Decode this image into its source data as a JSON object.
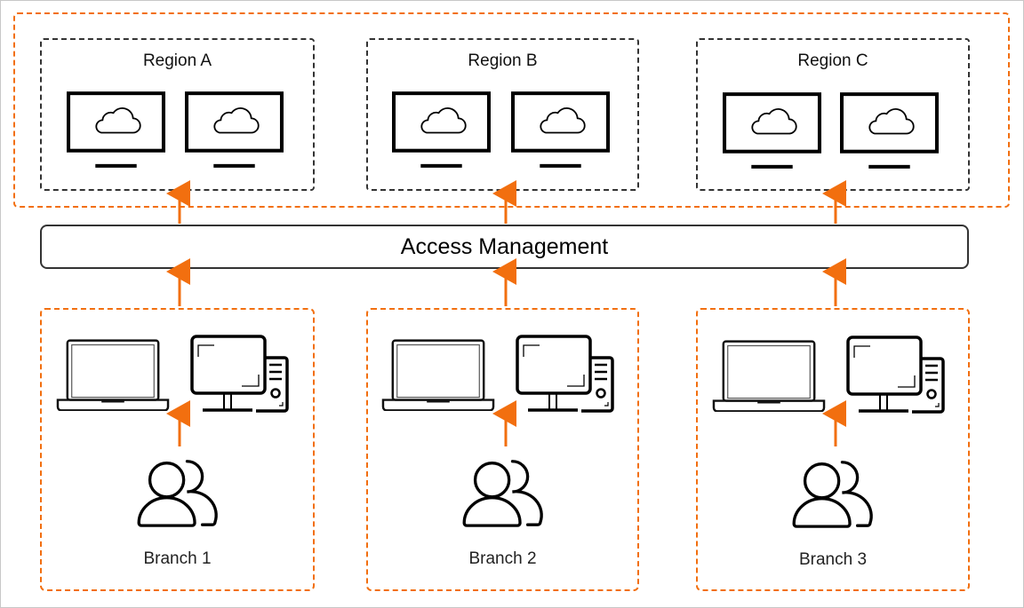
{
  "diagram": {
    "accent_color": "#f26f0f",
    "regions": [
      {
        "title": "Region A",
        "icons": [
          "cloud-monitor-icon",
          "cloud-monitor-icon"
        ]
      },
      {
        "title": "Region B",
        "icons": [
          "cloud-monitor-icon",
          "cloud-monitor-icon"
        ]
      },
      {
        "title": "Region C",
        "icons": [
          "cloud-monitor-icon",
          "cloud-monitor-icon"
        ]
      }
    ],
    "access_management": {
      "label": "Access Management"
    },
    "branches": [
      {
        "label": "Branch 1",
        "icons": [
          "laptop-icon",
          "desktop-computer-icon",
          "users-icon"
        ]
      },
      {
        "label": "Branch 2",
        "icons": [
          "laptop-icon",
          "desktop-computer-icon",
          "users-icon"
        ]
      },
      {
        "label": "Branch 3",
        "icons": [
          "laptop-icon",
          "desktop-computer-icon",
          "users-icon"
        ]
      }
    ],
    "connections": [
      {
        "from": "Branch 1",
        "to": "Access Management"
      },
      {
        "from": "Branch 2",
        "to": "Access Management"
      },
      {
        "from": "Branch 3",
        "to": "Access Management"
      },
      {
        "from": "Access Management",
        "to": "Region A"
      },
      {
        "from": "Access Management",
        "to": "Region B"
      },
      {
        "from": "Access Management",
        "to": "Region C"
      }
    ]
  }
}
